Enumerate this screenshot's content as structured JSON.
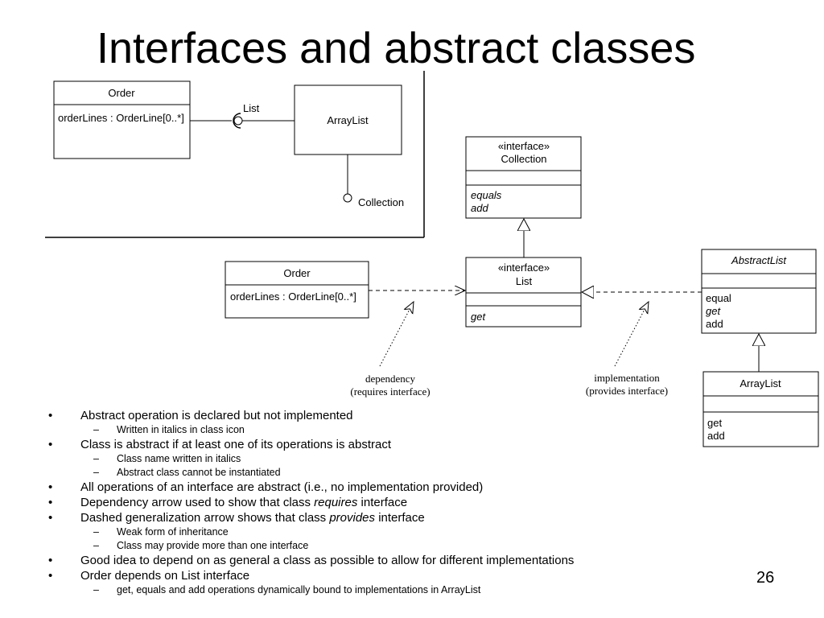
{
  "slide": {
    "title": "Interfaces and abstract classes",
    "page_number": "26"
  },
  "diagram_top": {
    "order_name": "Order",
    "order_attr": "orderLines : OrderLine[0..*]",
    "list_label": "List",
    "arraylist_name": "ArrayList",
    "collection_label": "Collection"
  },
  "collection_iface": {
    "stereotype": "«interface»",
    "name": "Collection",
    "ops": [
      "equals",
      "add"
    ]
  },
  "list_iface": {
    "stereotype": "«interface»",
    "name": "List",
    "ops": [
      "get"
    ]
  },
  "order2": {
    "name": "Order",
    "attr": "orderLines : OrderLine[0..*]"
  },
  "abstractlist": {
    "name": "AbstractList",
    "ops": [
      "equal",
      "get",
      "add"
    ]
  },
  "arraylist2": {
    "name": "ArrayList",
    "ops": [
      "get",
      "add"
    ]
  },
  "notes": {
    "dependency_1": "dependency",
    "dependency_2": "(requires interface)",
    "implementation_1": "implementation",
    "implementation_2": "(provides interface)"
  },
  "bullets": [
    {
      "level": 1,
      "text": "Abstract operation is declared but not implemented"
    },
    {
      "level": 2,
      "text": "Written in italics in class icon"
    },
    {
      "level": 1,
      "text": "Class is abstract if at least one of its operations is abstract"
    },
    {
      "level": 2,
      "text": "Class name written in italics"
    },
    {
      "level": 2,
      "text": "Abstract class cannot be instantiated"
    },
    {
      "level": 1,
      "text": "All operations of an interface are abstract (i.e., no implementation provided)"
    },
    {
      "level": 1,
      "pre": "Dependency arrow used to show that class ",
      "em": "requires",
      "post": " interface"
    },
    {
      "level": 1,
      "pre": "Dashed generalization arrow shows that class ",
      "em": "provides",
      "post": " interface"
    },
    {
      "level": 2,
      "text": "Weak form of inheritance"
    },
    {
      "level": 2,
      "text": "Class may provide more than one interface"
    },
    {
      "level": 1,
      "text": "Good idea to depend on as general a class as possible to allow for different implementations"
    },
    {
      "level": 1,
      "text": "Order depends on List interface"
    },
    {
      "level": 2,
      "text": "get, equals and add operations dynamically bound to implementations in ArrayList"
    }
  ],
  "markers": {
    "level1": "•",
    "level2": "–"
  }
}
